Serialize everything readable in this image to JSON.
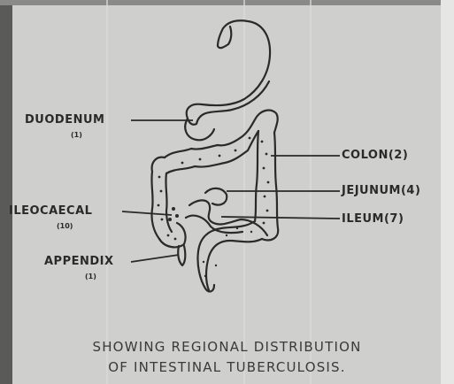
{
  "labels": {
    "duodenum": {
      "name": "DUODENUM",
      "count": "(1)"
    },
    "colon": {
      "name": "COLON(2)"
    },
    "jejunum": {
      "name": "JEJUNUM(4)"
    },
    "ileocaecal": {
      "name": "ILEOCAECAL",
      "count": "(10)"
    },
    "ileum": {
      "name": "ILEUM(7)"
    },
    "appendix": {
      "name": "APPENDIX",
      "count": "(1)"
    }
  },
  "caption": {
    "line1": "SHOWING REGIONAL DISTRIBUTION",
    "line2": "OF INTESTINAL TUBERCULOSIS."
  },
  "colors": {
    "paper": "#cfcfcd",
    "ink": "#2a2a2a"
  }
}
